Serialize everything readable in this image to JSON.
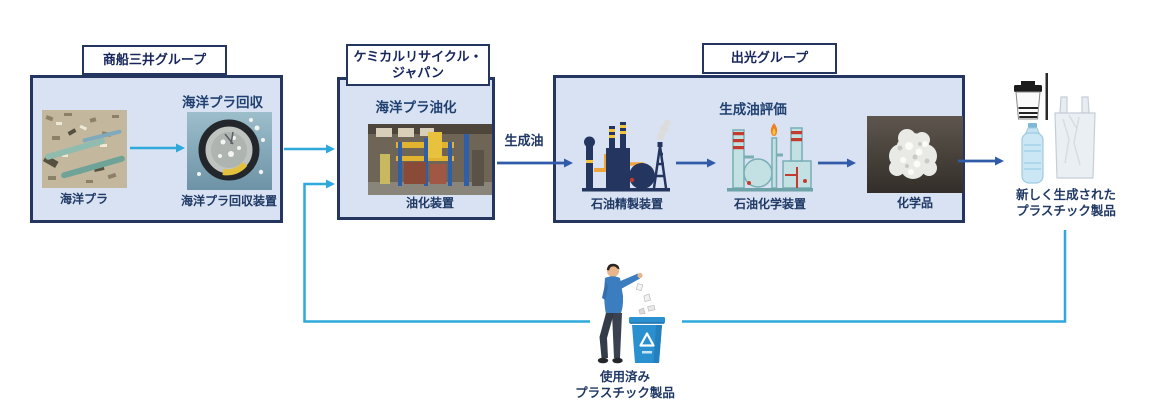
{
  "groups": {
    "mol": {
      "label": "商船三井グループ",
      "title": "海洋プラ回収",
      "item1_caption": "海洋プラ",
      "item2_caption": "海洋プラ回収装置"
    },
    "crj": {
      "label_line1": "ケミカルリサイクル・",
      "label_line2": "ジャパン",
      "title": "海洋プラ油化",
      "item1_caption": "油化装置"
    },
    "idemitsu": {
      "label": "出光グループ",
      "title": "生成油評価",
      "item1_caption": "石油精製装置",
      "item2_caption": "石油化学装置",
      "item3_caption": "化学品"
    }
  },
  "flow": {
    "produced_oil_label": "生成油"
  },
  "new_products": {
    "caption_line1": "新しく生成された",
    "caption_line2": "プラスチック製品"
  },
  "used_products": {
    "caption_line1": "使用済み",
    "caption_line2": "プラスチック製品"
  },
  "icons": {
    "marine-plastic-photo": "beach debris with plastic pipes",
    "recovery-device-photo": "round marine plastic skimmer in water",
    "oil-conversion-plant-photo": "pyrolysis oil conversion plant",
    "refinery-icon": "navy oil refinery with chimneys and derrick",
    "petrochemical-plant-icon": "teal petrochemical plant with flare",
    "chemical-pellets-photo": "white plastic pellets on dark background",
    "cup-icon": "disposable cup with lid",
    "straw-icon": "straw",
    "bottle-icon": "plastic bottle",
    "plastic-bag-icon": "plastic shopping bag",
    "person-recycling-icon": "person throwing plastic away",
    "recycle-bin-icon": "blue recycle bin"
  },
  "colors": {
    "navy_border": "#24365F",
    "box_fill": "#D9E2F2",
    "text_navy": "#1F3864",
    "cyan_arrow": "#2FA8DC",
    "blue_arrow": "#2F5BA8",
    "bin_blue": "#2B90CF"
  }
}
